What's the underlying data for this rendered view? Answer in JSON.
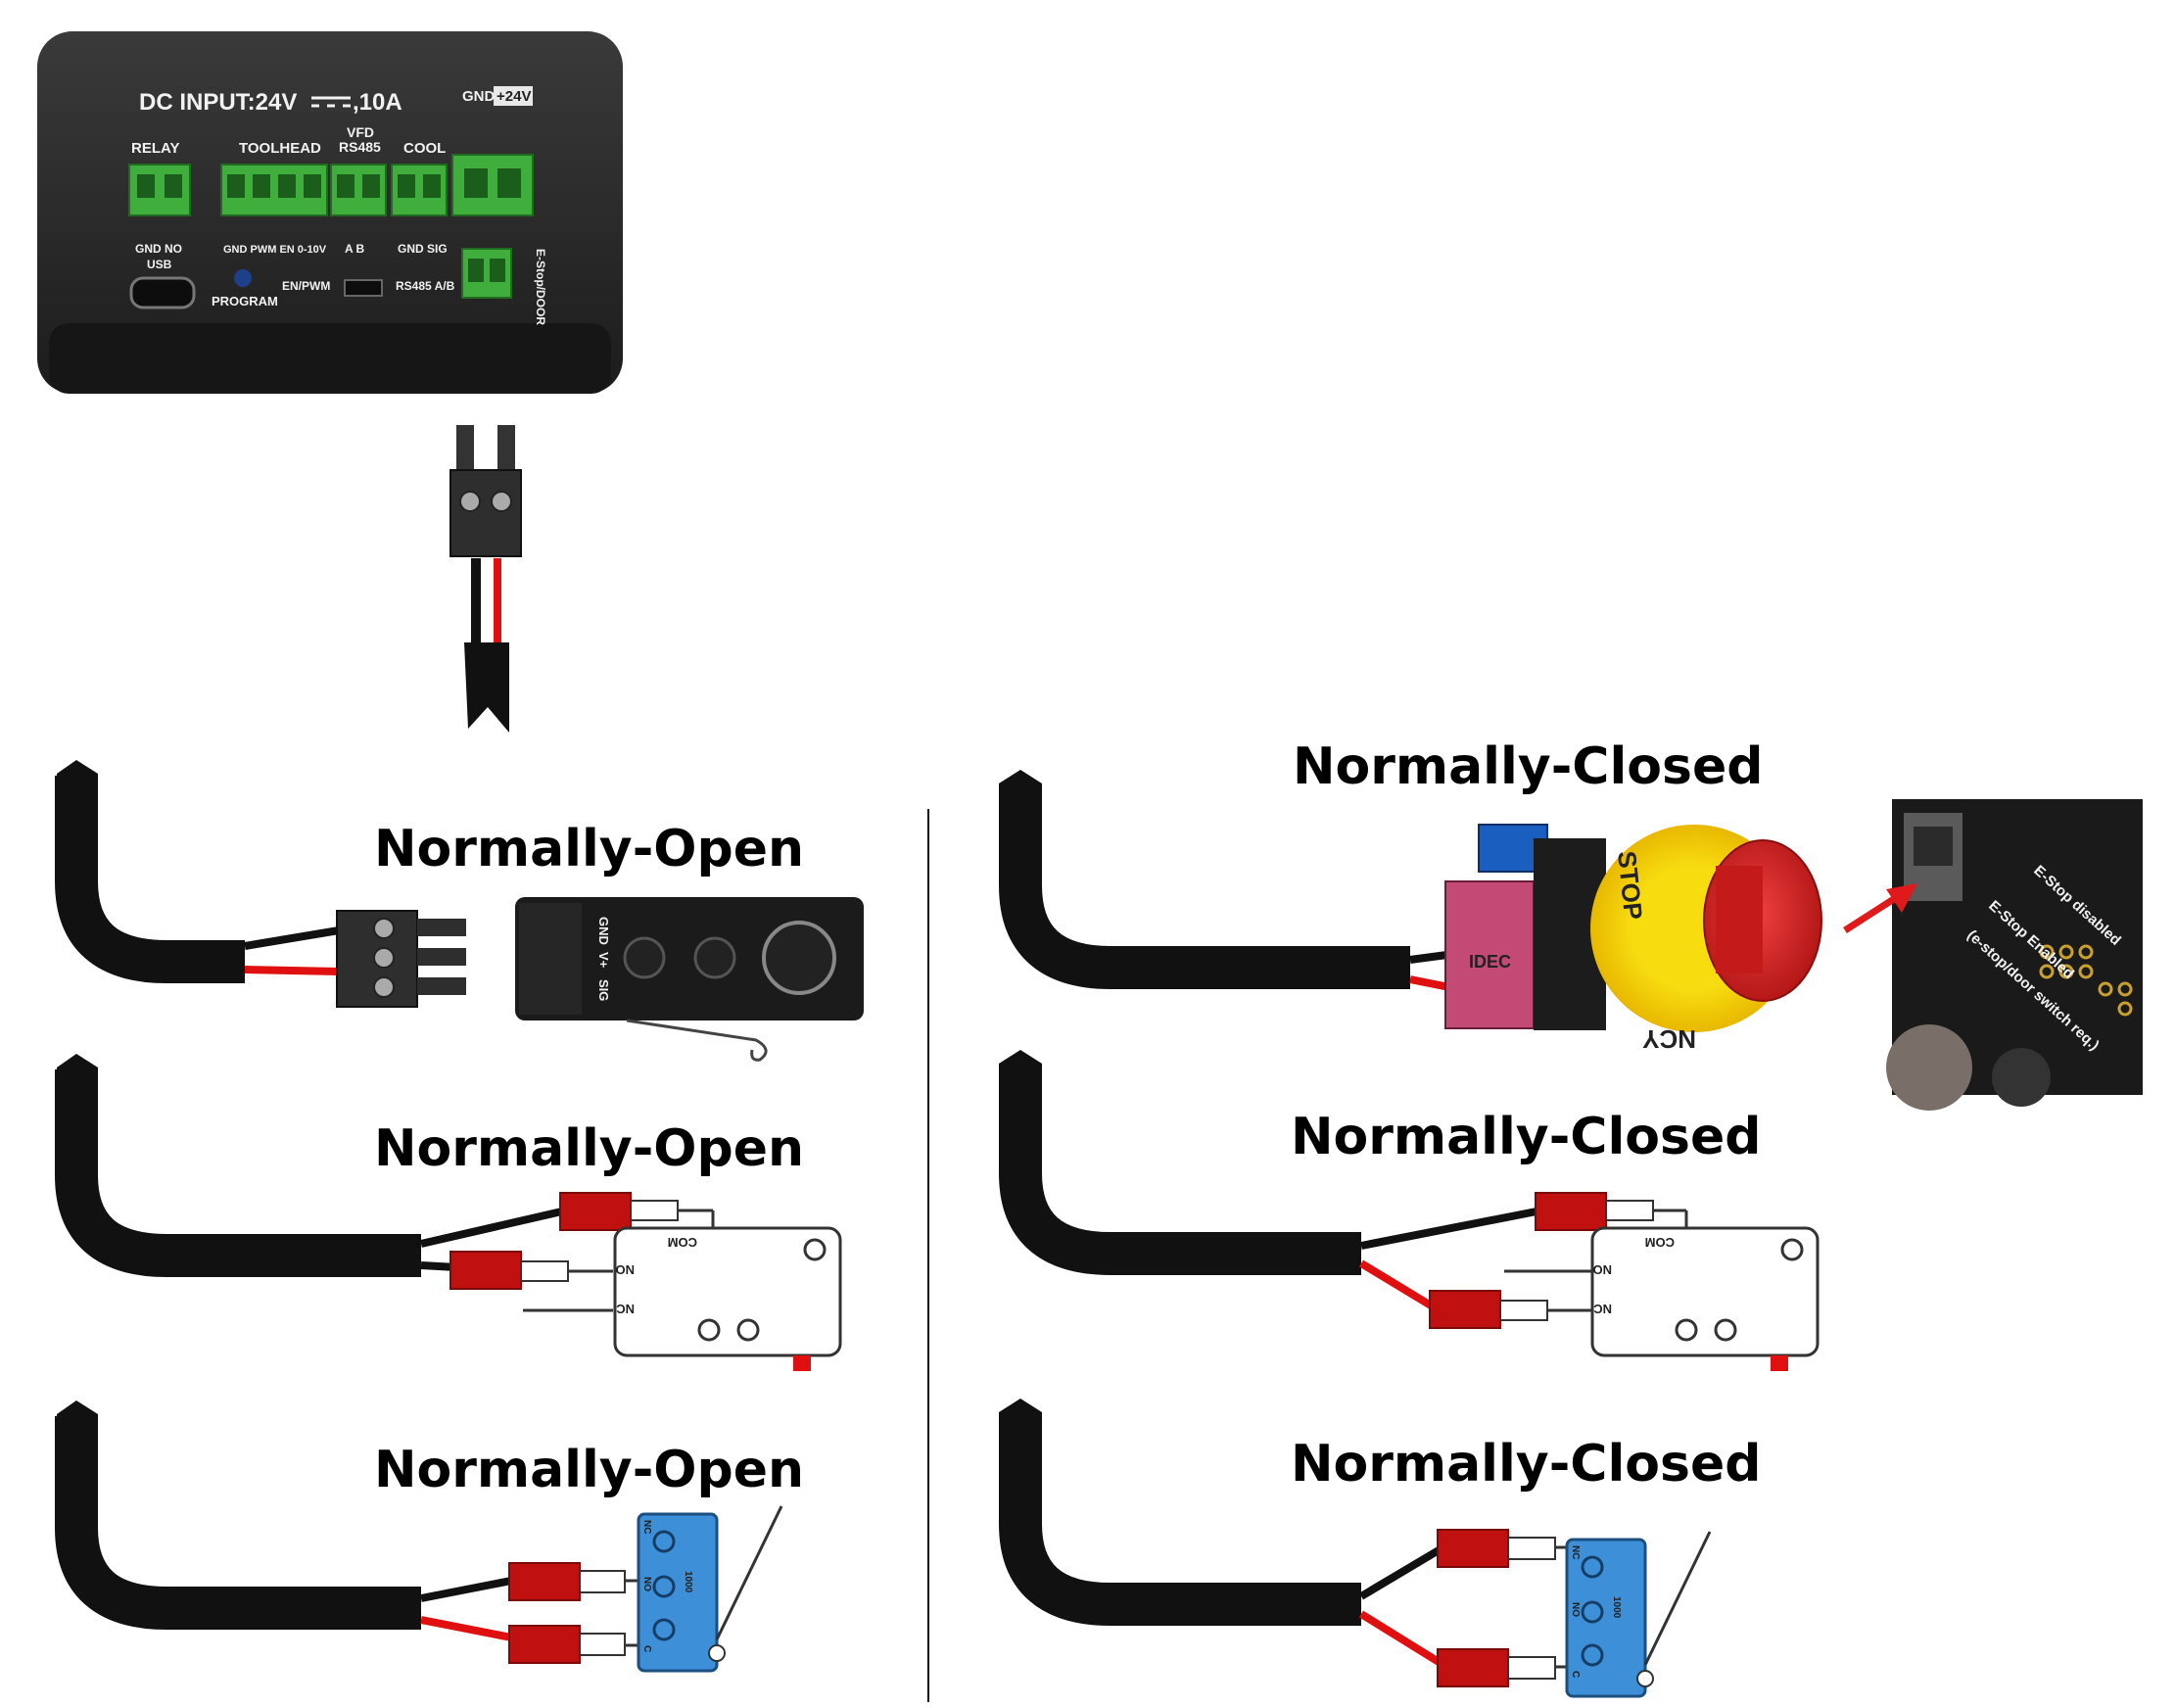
{
  "controller": {
    "power_label": "DC INPUT:24V",
    "power_rating": ",10A",
    "gnd_label": "GND",
    "v24_label": "+24V",
    "relay_label": "RELAY",
    "toolhead_label": "TOOLHEAD",
    "vfd_label": "VFD",
    "rs485_label": "RS485",
    "cool_label": "COOL",
    "relay_pins": "GND  NO",
    "usb_label": "USB",
    "toolhead_pins": "GND PWM  EN  0-10V",
    "rs485_pins": "A    B",
    "cool_pins": "GND SIG",
    "program_label": "PROGRAM",
    "en_pwm_label": "EN/PWM",
    "rs485ab_label": "RS485 A/B",
    "estop_label": "E-Stop/DOOR"
  },
  "left_column": {
    "heading_1": "Normally-Open",
    "heading_2": "Normally-Open",
    "heading_3": "Normally-Open",
    "sensor_pins": [
      "GND",
      "V+",
      "SIG"
    ]
  },
  "right_column": {
    "heading_1": "Normally-Closed",
    "heading_2": "Normally-Closed",
    "heading_3": "Normally-Closed",
    "estop_text_top": "STOP",
    "estop_text_bottom": "NCY",
    "estop_brand": "IDEC",
    "jumper_text_1": "E-Stop disabled",
    "jumper_text_2": "E-Stop Enabled",
    "jumper_text_3": "(e-stop/door switch req.)"
  },
  "switch_terminals": {
    "com": "COM",
    "no": "NO",
    "nc": "NC",
    "c": "C",
    "model": "1000"
  },
  "colors": {
    "wire_red": "#e01010",
    "wire_black": "#111111",
    "terminal_green": "#3fae3c",
    "connector_red": "#c01010",
    "microswitch_blue": "#3d8fd8",
    "estop_yellow": "#f5d800",
    "estop_red": "#d92020",
    "arrow_red": "#e01a1a"
  }
}
